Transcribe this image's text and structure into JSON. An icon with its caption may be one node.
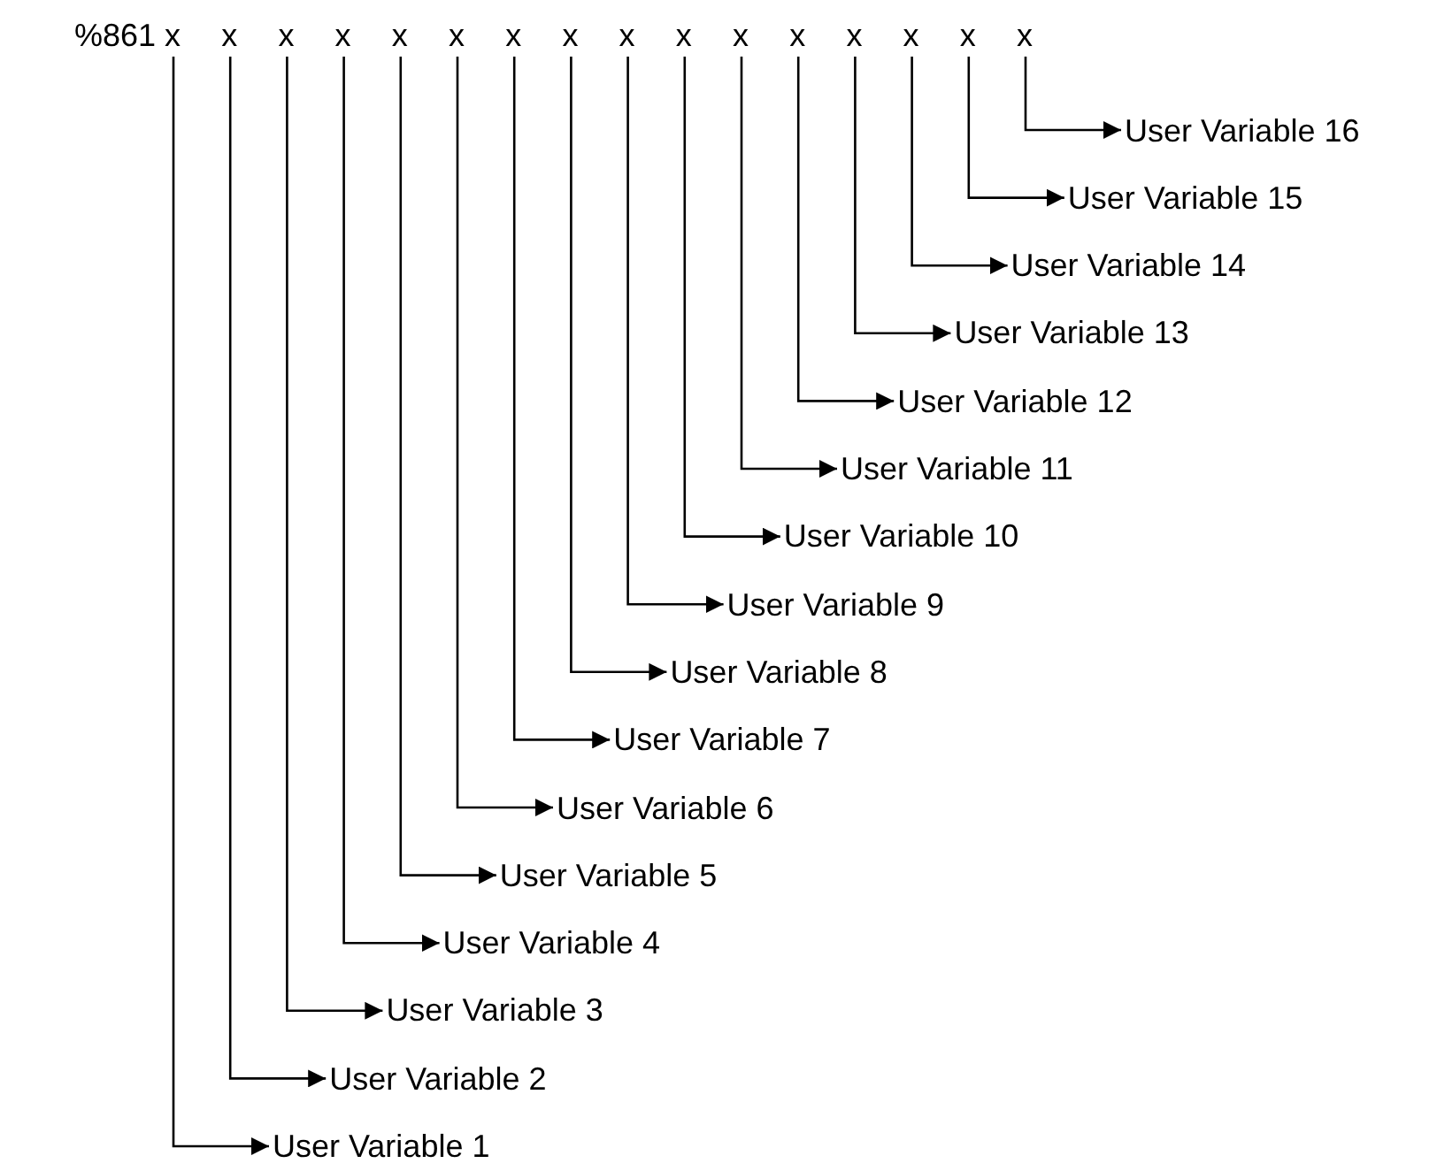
{
  "diagram": {
    "nodes": [
      {
        "text": [
          "x"
        ]
      },
      {
        "text": [
          "x"
        ]
      },
      {
        "text": [
          "x"
        ]
      },
      {
        "text": [
          "x"
        ]
      },
      {
        "text": [
          "x"
        ]
      },
      {
        "text": [
          "x"
        ]
      },
      {
        "text": [
          "x"
        ]
      },
      {
        "text": [
          "x"
        ]
      },
      {
        "text": [
          "x"
        ]
      },
      {
        "text": [
          "x"
        ]
      },
      {
        "text": [
          "x"
        ]
      },
      {
        "text": [
          "x"
        ]
      },
      {
        "text": [
          "x"
        ]
      },
      {
        "text": [
          "x"
        ]
      },
      {
        "text": [
          "x"
        ]
      },
      {
        "text": [
          "x"
        ]
      },
      {
        "text": [
          "User Variable 16"
        ]
      },
      {
        "text": [
          "User Variable 15"
        ]
      },
      {
        "text": [
          "User Variable 14"
        ]
      },
      {
        "text": [
          "User Variable 13"
        ]
      },
      {
        "text": [
          "User Variable 12"
        ]
      },
      {
        "text": [
          "User Variable 11"
        ]
      },
      {
        "text": [
          "User Variable 10"
        ]
      },
      {
        "text": [
          "User Variable 9"
        ]
      },
      {
        "text": [
          "User Variable 8"
        ]
      },
      {
        "text": [
          "User Variable 7"
        ]
      },
      {
        "text": [
          "User Variable 6"
        ]
      },
      {
        "text": [
          "User Variable 5"
        ]
      },
      {
        "text": [
          "User Variable 4"
        ]
      },
      {
        "text": [
          "User Variable 3"
        ]
      },
      {
        "text": [
          "User Variable 2"
        ]
      },
      {
        "text": [
          "User Variable 1"
        ]
      }
    ],
    "edges": [
      {
        "from": 0,
        "to": 31,
        "arrow": "to"
      },
      {
        "from": 1,
        "to": 30,
        "arrow": "to"
      },
      {
        "from": 2,
        "to": 29,
        "arrow": "to"
      },
      {
        "from": 3,
        "to": 28,
        "arrow": "to"
      },
      {
        "from": 4,
        "to": 27,
        "arrow": "to"
      },
      {
        "from": 5,
        "to": 26,
        "arrow": "to"
      },
      {
        "from": 6,
        "to": 25,
        "arrow": "to"
      },
      {
        "from": 7,
        "to": 24,
        "arrow": "to"
      },
      {
        "from": 8,
        "to": 23,
        "arrow": "to"
      },
      {
        "from": 9,
        "to": 22,
        "arrow": "to"
      },
      {
        "from": 10,
        "to": 21,
        "arrow": "to"
      },
      {
        "from": 11,
        "to": 20,
        "arrow": "to"
      },
      {
        "from": 12,
        "to": 19,
        "arrow": "to"
      },
      {
        "from": 13,
        "to": 18,
        "arrow": "to"
      },
      {
        "from": 14,
        "to": 17,
        "arrow": "to"
      },
      {
        "from": 15,
        "to": 16,
        "arrow": "to"
      }
    ],
    "labels": [
      "%861"
    ]
  }
}
